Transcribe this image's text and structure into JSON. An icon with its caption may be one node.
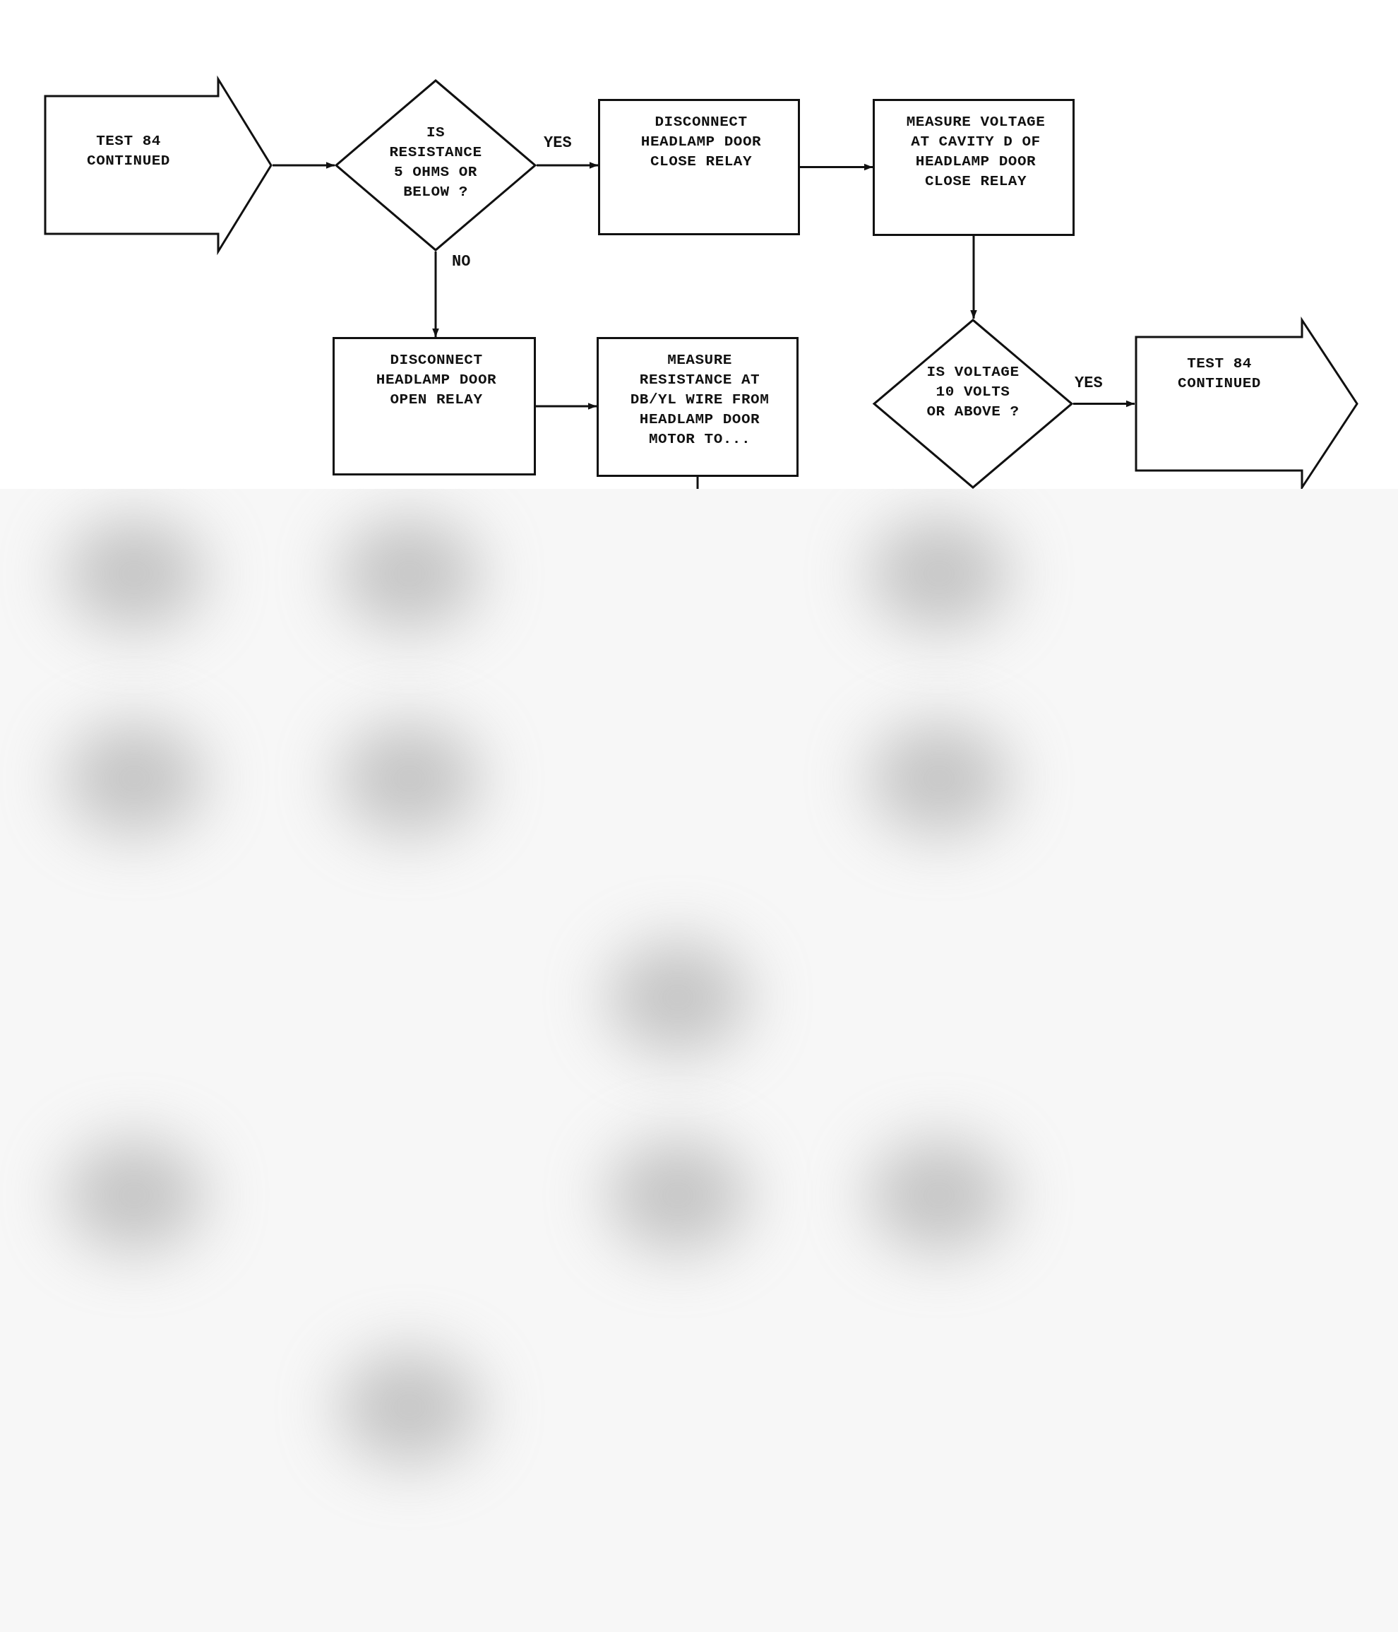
{
  "diagram": {
    "nodes": [
      {
        "text": [
          "TEST 84 CONTINUED"
        ]
      },
      {
        "text": [
          "IS RESISTANCE 5 OHMS OR BELOW ?"
        ]
      },
      {
        "text": [
          "DISCONNECT HEADLAMP DOOR CLOSE RELAY"
        ]
      },
      {
        "text": [
          "MEASURE VOLTAGE AT CAVITY D OF HEADLAMP DOOR CLOSE RELAY"
        ]
      },
      {
        "text": [
          "DISCONNECT HEADLAMP DOOR OPEN RELAY"
        ]
      },
      {
        "text": [
          "MEASURE RESISTANCE AT DB/YL WIRE FROM HEADLAMP DOOR MOTOR TO..."
        ]
      },
      {
        "text": [
          "IS VOLTAGE 10 VOLTS OR ABOVE ?"
        ]
      },
      {
        "text": [
          "TEST 84 CONTINUED"
        ]
      }
    ],
    "edges": [
      {
        "from": 0,
        "to": 1,
        "arrow": "to"
      },
      {
        "from": 1,
        "to": 2,
        "arrow": "to",
        "label": "YES"
      },
      {
        "from": 2,
        "to": 3,
        "arrow": "to"
      },
      {
        "from": 1,
        "to": 4,
        "arrow": "to",
        "label": "NO"
      },
      {
        "from": 4,
        "to": 5,
        "arrow": "to"
      },
      {
        "from": 3,
        "to": 6,
        "arrow": "to"
      },
      {
        "from": 6,
        "to": 7,
        "arrow": "to",
        "label": "YES"
      },
      {
        "from": 5,
        "to": null,
        "arrow": "none"
      }
    ]
  }
}
